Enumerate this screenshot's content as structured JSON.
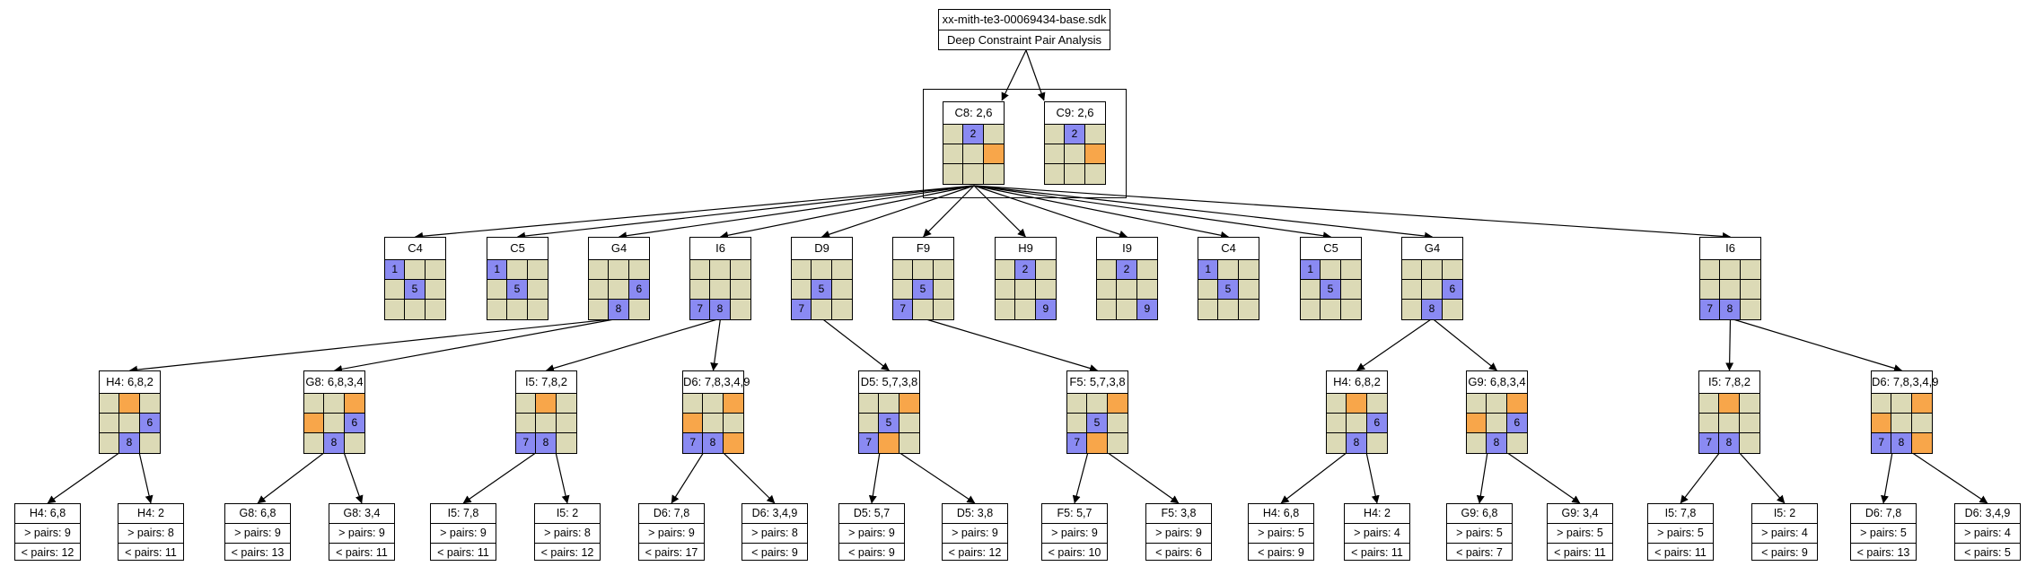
{
  "header": {
    "filename": "xx-mith-te3-00069434-base.sdk",
    "subtitle": "Deep Constraint Pair Analysis"
  },
  "colors": {
    "cell": "#dcdab6",
    "blue": "#8a8af2",
    "orange": "#f8a64a"
  },
  "pair_nodes": [
    {
      "label": "C8: 2,6",
      "cells": [
        "",
        "b:2",
        "",
        "",
        "",
        "o",
        "",
        "",
        ""
      ]
    },
    {
      "label": "C9: 2,6",
      "cells": [
        "",
        "b:2",
        "",
        "",
        "",
        "o",
        "",
        "",
        ""
      ]
    }
  ],
  "level1": [
    {
      "label": "C4",
      "cells": [
        "b:1",
        "",
        "",
        "",
        "b:5",
        "",
        "",
        "",
        ""
      ]
    },
    {
      "label": "C5",
      "cells": [
        "b:1",
        "",
        "",
        "",
        "b:5",
        "",
        "",
        "",
        ""
      ]
    },
    {
      "label": "G4",
      "cells": [
        "",
        "",
        "",
        "",
        "",
        "b:6",
        "",
        "b:8",
        ""
      ]
    },
    {
      "label": "I6",
      "cells": [
        "",
        "",
        "",
        "",
        "",
        "",
        "b:7",
        "b:8",
        ""
      ]
    },
    {
      "label": "D9",
      "cells": [
        "",
        "",
        "",
        "",
        "b:5",
        "",
        "b:7",
        "",
        ""
      ]
    },
    {
      "label": "F9",
      "cells": [
        "",
        "",
        "",
        "",
        "b:5",
        "",
        "b:7",
        "",
        ""
      ]
    },
    {
      "label": "H9",
      "cells": [
        "",
        "b:2",
        "",
        "",
        "",
        "",
        "",
        "",
        "b:9"
      ]
    },
    {
      "label": "I9",
      "cells": [
        "",
        "b:2",
        "",
        "",
        "",
        "",
        "",
        "",
        "b:9"
      ]
    },
    {
      "label": "C4",
      "cells": [
        "b:1",
        "",
        "",
        "",
        "b:5",
        "",
        "",
        "",
        ""
      ]
    },
    {
      "label": "C5",
      "cells": [
        "b:1",
        "",
        "",
        "",
        "b:5",
        "",
        "",
        "",
        ""
      ]
    },
    {
      "label": "G4",
      "cells": [
        "",
        "",
        "",
        "",
        "",
        "b:6",
        "",
        "b:8",
        ""
      ]
    },
    {
      "label": "I6",
      "cells": [
        "",
        "",
        "",
        "",
        "",
        "",
        "b:7",
        "b:8",
        ""
      ]
    }
  ],
  "level2": [
    {
      "label": "H4: 6,8,2",
      "cells": [
        "",
        "o",
        "",
        "",
        "",
        "b:6",
        "",
        "b:8",
        ""
      ]
    },
    {
      "label": "G8: 6,8,3,4",
      "cells": [
        "",
        "",
        "o",
        "o",
        "",
        "b:6",
        "",
        "b:8",
        ""
      ]
    },
    {
      "label": "I5: 7,8,2",
      "cells": [
        "",
        "o",
        "",
        "",
        "",
        "",
        "b:7",
        "b:8",
        ""
      ]
    },
    {
      "label": "D6: 7,8,3,4,9",
      "cells": [
        "",
        "",
        "o",
        "o",
        "",
        "",
        "b:7",
        "b:8",
        "o"
      ]
    },
    {
      "label": "D5: 5,7,3,8",
      "cells": [
        "",
        "",
        "o",
        "",
        "b:5",
        "",
        "b:7",
        "o",
        ""
      ]
    },
    {
      "label": "F5: 5,7,3,8",
      "cells": [
        "",
        "",
        "o",
        "",
        "b:5",
        "",
        "b:7",
        "o",
        ""
      ]
    },
    {
      "label": "H4: 6,8,2",
      "cells": [
        "",
        "o",
        "",
        "",
        "",
        "b:6",
        "",
        "b:8",
        ""
      ]
    },
    {
      "label": "G9: 6,8,3,4",
      "cells": [
        "",
        "",
        "o",
        "o",
        "",
        "b:6",
        "",
        "b:8",
        ""
      ]
    },
    {
      "label": "I5: 7,8,2",
      "cells": [
        "",
        "o",
        "",
        "",
        "",
        "",
        "b:7",
        "b:8",
        ""
      ]
    },
    {
      "label": "D6: 7,8,3,4,9",
      "cells": [
        "",
        "",
        "o",
        "o",
        "",
        "",
        "b:7",
        "b:8",
        "o"
      ]
    }
  ],
  "leaves": [
    {
      "label": "H4: 6,8",
      "gt": "> pairs: 9",
      "lt": "< pairs: 12"
    },
    {
      "label": "H4: 2",
      "gt": "> pairs: 8",
      "lt": "< pairs: 11"
    },
    {
      "label": "G8: 6,8",
      "gt": "> pairs: 9",
      "lt": "< pairs: 13"
    },
    {
      "label": "G8: 3,4",
      "gt": "> pairs: 9",
      "lt": "< pairs: 11"
    },
    {
      "label": "I5: 7,8",
      "gt": "> pairs: 9",
      "lt": "< pairs: 11"
    },
    {
      "label": "I5: 2",
      "gt": "> pairs: 8",
      "lt": "< pairs: 12"
    },
    {
      "label": "D6: 7,8",
      "gt": "> pairs: 9",
      "lt": "< pairs: 17"
    },
    {
      "label": "D6: 3,4,9",
      "gt": "> pairs: 8",
      "lt": "< pairs: 9"
    },
    {
      "label": "D5: 5,7",
      "gt": "> pairs: 9",
      "lt": "< pairs: 9"
    },
    {
      "label": "D5: 3,8",
      "gt": "> pairs: 9",
      "lt": "< pairs: 12"
    },
    {
      "label": "F5: 5,7",
      "gt": "> pairs: 9",
      "lt": "< pairs: 10"
    },
    {
      "label": "F5: 3,8",
      "gt": "> pairs: 9",
      "lt": "< pairs: 6"
    },
    {
      "label": "H4: 6,8",
      "gt": "> pairs: 5",
      "lt": "< pairs: 9"
    },
    {
      "label": "H4: 2",
      "gt": "> pairs: 4",
      "lt": "< pairs: 11"
    },
    {
      "label": "G9: 6,8",
      "gt": "> pairs: 5",
      "lt": "< pairs: 7"
    },
    {
      "label": "G9: 3,4",
      "gt": "> pairs: 5",
      "lt": "< pairs: 11"
    },
    {
      "label": "I5: 7,8",
      "gt": "> pairs: 5",
      "lt": "< pairs: 11"
    },
    {
      "label": "I5: 2",
      "gt": "> pairs: 4",
      "lt": "< pairs: 9"
    },
    {
      "label": "D6: 7,8",
      "gt": "> pairs: 5",
      "lt": "< pairs: 13"
    },
    {
      "label": "D6: 3,4,9",
      "gt": "> pairs: 4",
      "lt": "< pairs: 5"
    }
  ]
}
